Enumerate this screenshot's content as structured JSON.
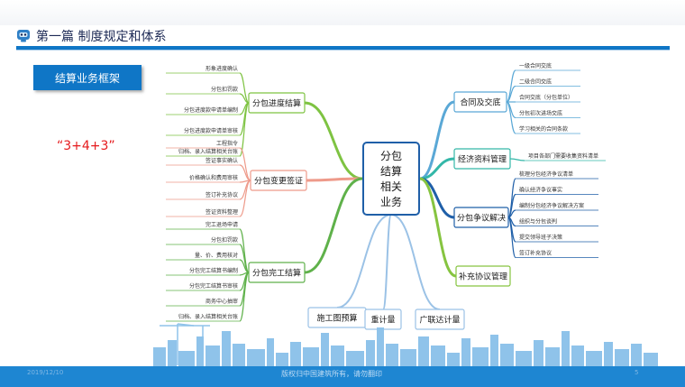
{
  "header": {
    "title": "第一篇 制度规定和体系"
  },
  "framework_label": "结算业务框架",
  "formula": "“3+4+3”",
  "center": "分包结算相关业务",
  "branches": {
    "progress": {
      "label": "分包进度结算",
      "items": [
        "形象进度确认",
        "分包扣罚款",
        "分包进度款申请单编制",
        "分包进度款申请单审核",
        "归档、录入结算相关台账"
      ]
    },
    "change": {
      "label": "分包变更签证",
      "items": [
        "工程指令",
        "签证事实确认",
        "价格确认和费用审核",
        "签订补充协议",
        "签证资料整理"
      ]
    },
    "completion": {
      "label": "分包完工结算",
      "items": [
        "完工退场申请",
        "分包扣罚款",
        "量、价、费用核对",
        "分包完工结算书编制",
        "分包完工结算书审核",
        "商务中心抽审",
        "归档、录入结算相关台账"
      ]
    },
    "contract": {
      "label": "合同及交底",
      "items": [
        "一级合同交底",
        "二级合同交底",
        "合同交底（分包单位）",
        "分包初次进场交底",
        "学习相关的合同条款"
      ]
    },
    "economic": {
      "label": "经济资料管理",
      "items": [
        "项目各部门需要收集资料清单"
      ]
    },
    "dispute": {
      "label": "分包争议解决",
      "items": [
        "梳理分包经济争议清单",
        "确认经济争议事实",
        "编制分包经济争议解决方案",
        "组织与分包谈判",
        "提交领导班子决策",
        "签订补充协议"
      ]
    },
    "supplement": {
      "label": "补充协议管理"
    },
    "bottom": [
      {
        "label": "施工图预算"
      },
      {
        "label": "重计量"
      },
      {
        "label": "广联达计量"
      }
    ]
  },
  "footer": {
    "date": "2019/12/10",
    "text": "版权归中国建筑所有，请勿翻印",
    "page": "5"
  },
  "colors": {
    "accent": "#0f76c6",
    "formula": "#e5191c",
    "progress": "#7ec342",
    "change": "#ee9a8a",
    "completion": "#5fb14a",
    "contract": "#5aa8d6",
    "economic": "#33b7a8",
    "dispute": "#1f5fa8",
    "supplement": "#86c440",
    "bottom": "#9bc2e6"
  }
}
